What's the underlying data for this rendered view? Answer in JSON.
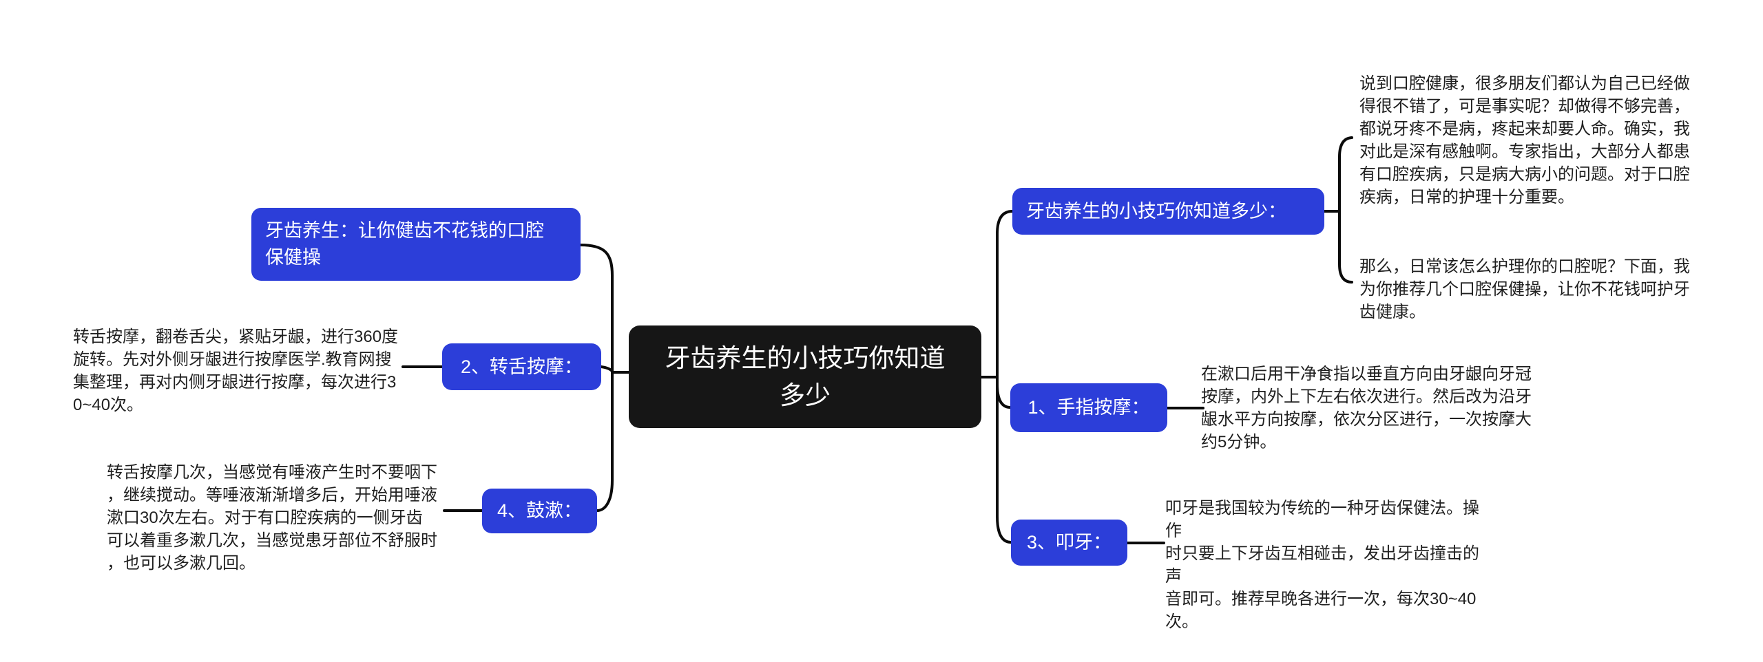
{
  "colors": {
    "node_blue": "#2C3ED9",
    "node_black": "#161616",
    "connector": "#0b0b0b",
    "note_text": "#1f1f1f",
    "node_text": "#ffffff",
    "background": "#ffffff"
  },
  "center_node": {
    "label": "牙齿养生的小技巧你知道\n多少"
  },
  "left_branch": {
    "title_node": {
      "label": "牙齿养生：让你健齿不花钱的口腔\n保健操"
    },
    "items": [
      {
        "node_label": "2、转舌按摩：",
        "note": "转舌按摩，翻卷舌尖，紧贴牙龈，进行360度\n旋转。先对外侧牙龈进行按摩医学.教育网搜\n集整理，再对内侧牙龈进行按摩，每次进行3\n0~40次。"
      },
      {
        "node_label": "4、鼓漱：",
        "note": "转舌按摩几次，当感觉有唾液产生时不要咽下\n，继续搅动。等唾液渐渐增多后，开始用唾液\n漱口30次左右。对于有口腔疾病的一侧牙齿\n可以着重多漱几次，当感觉患牙部位不舒服时\n，也可以多漱几回。"
      }
    ]
  },
  "right_branch": {
    "title_node": {
      "label": "牙齿养生的小技巧你知道多少："
    },
    "intro_notes": [
      "说到口腔健康，很多朋友们都认为自己已经做\n得很不错了，可是事实呢？却做得不够完善，\n都说牙疼不是病，疼起来却要人命。确实，我\n对此是深有感触啊。专家指出，大部分人都患\n有口腔疾病，只是病大病小的问题。对于口腔\n疾病，日常的护理十分重要。",
      "那么，日常该怎么护理你的口腔呢？下面，我\n为你推荐几个口腔保健操，让你不花钱呵护牙\n齿健康。"
    ],
    "items": [
      {
        "node_label": "1、手指按摩：",
        "note": "在漱口后用干净食指以垂直方向由牙龈向牙冠\n按摩，内外上下左右依次进行。然后改为沿牙\n龈水平方向按摩，依次分区进行，一次按摩大\n约5分钟。"
      },
      {
        "node_label": "3、叩牙：",
        "note": "叩牙是我国较为传统的一种牙齿保健法。操作\n时只要上下牙齿互相碰击，发出牙齿撞击的声\n音即可。推荐早晚各进行一次，每次30~40\n次。"
      }
    ]
  }
}
